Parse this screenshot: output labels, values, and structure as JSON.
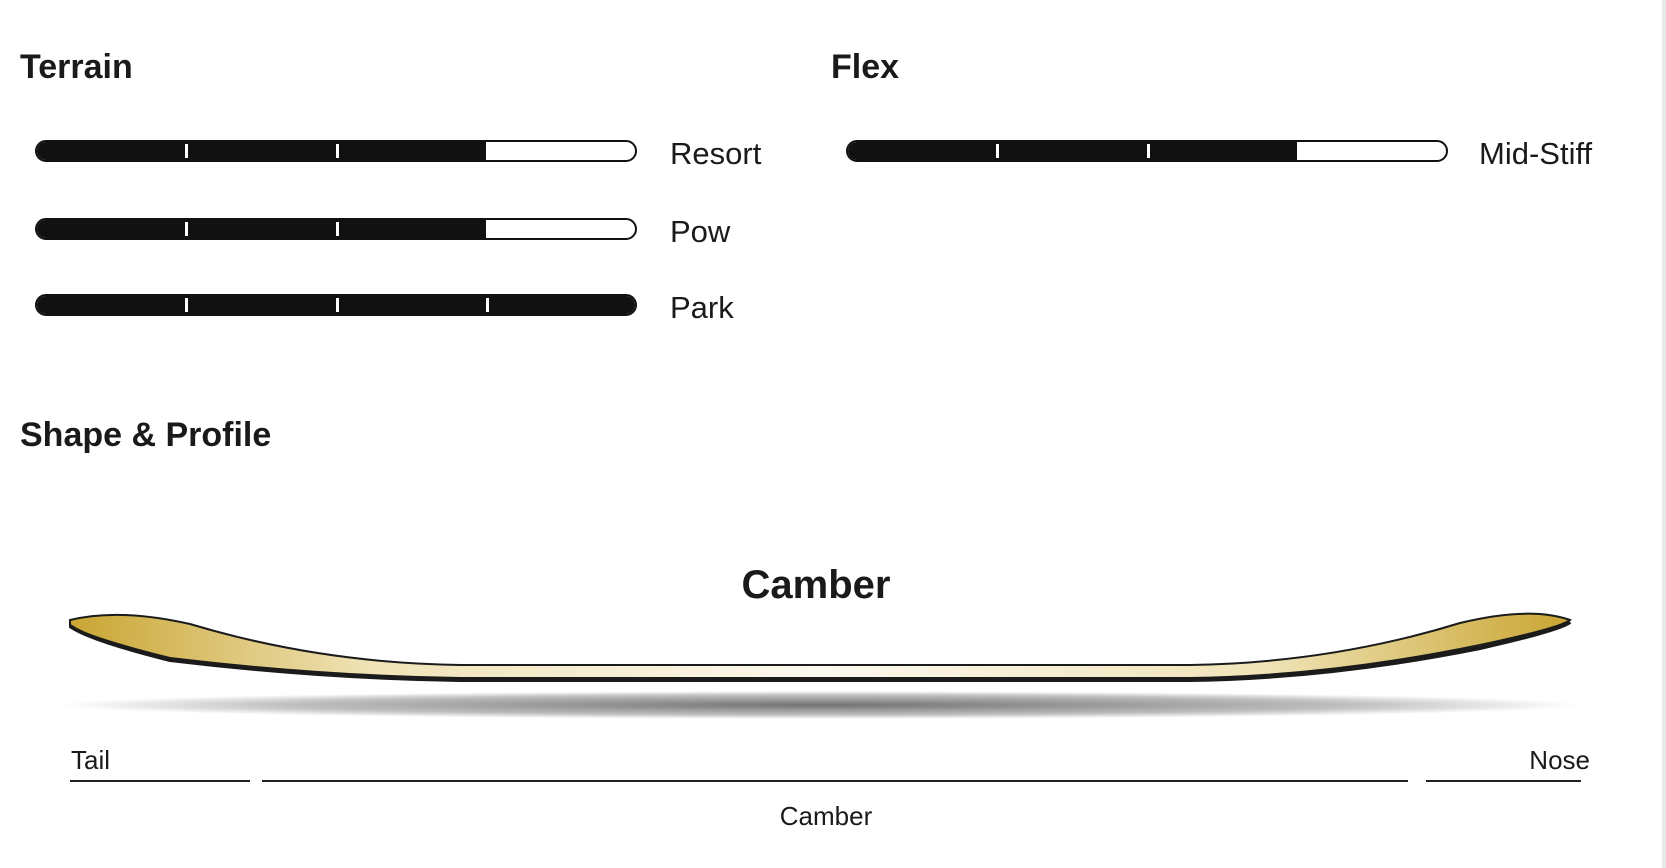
{
  "sections": {
    "terrain": {
      "title": "Terrain",
      "bars": [
        {
          "label": "Resort",
          "level": 0.75
        },
        {
          "label": "Pow",
          "level": 0.75
        },
        {
          "label": "Park",
          "level": 1.0
        }
      ]
    },
    "flex": {
      "title": "Flex",
      "bars": [
        {
          "label": "Mid-Stiff",
          "level": 0.75
        }
      ]
    },
    "shape_profile": {
      "title": "Shape & Profile",
      "profile_name": "Camber",
      "segments": {
        "tail": "Tail",
        "nose": "Nose",
        "camber": "Camber"
      }
    }
  },
  "colors": {
    "bar_fill": "#111111",
    "board_top": "#c9a533",
    "board_center": "#f7f3e6",
    "board_base": "#1b1b1b"
  }
}
